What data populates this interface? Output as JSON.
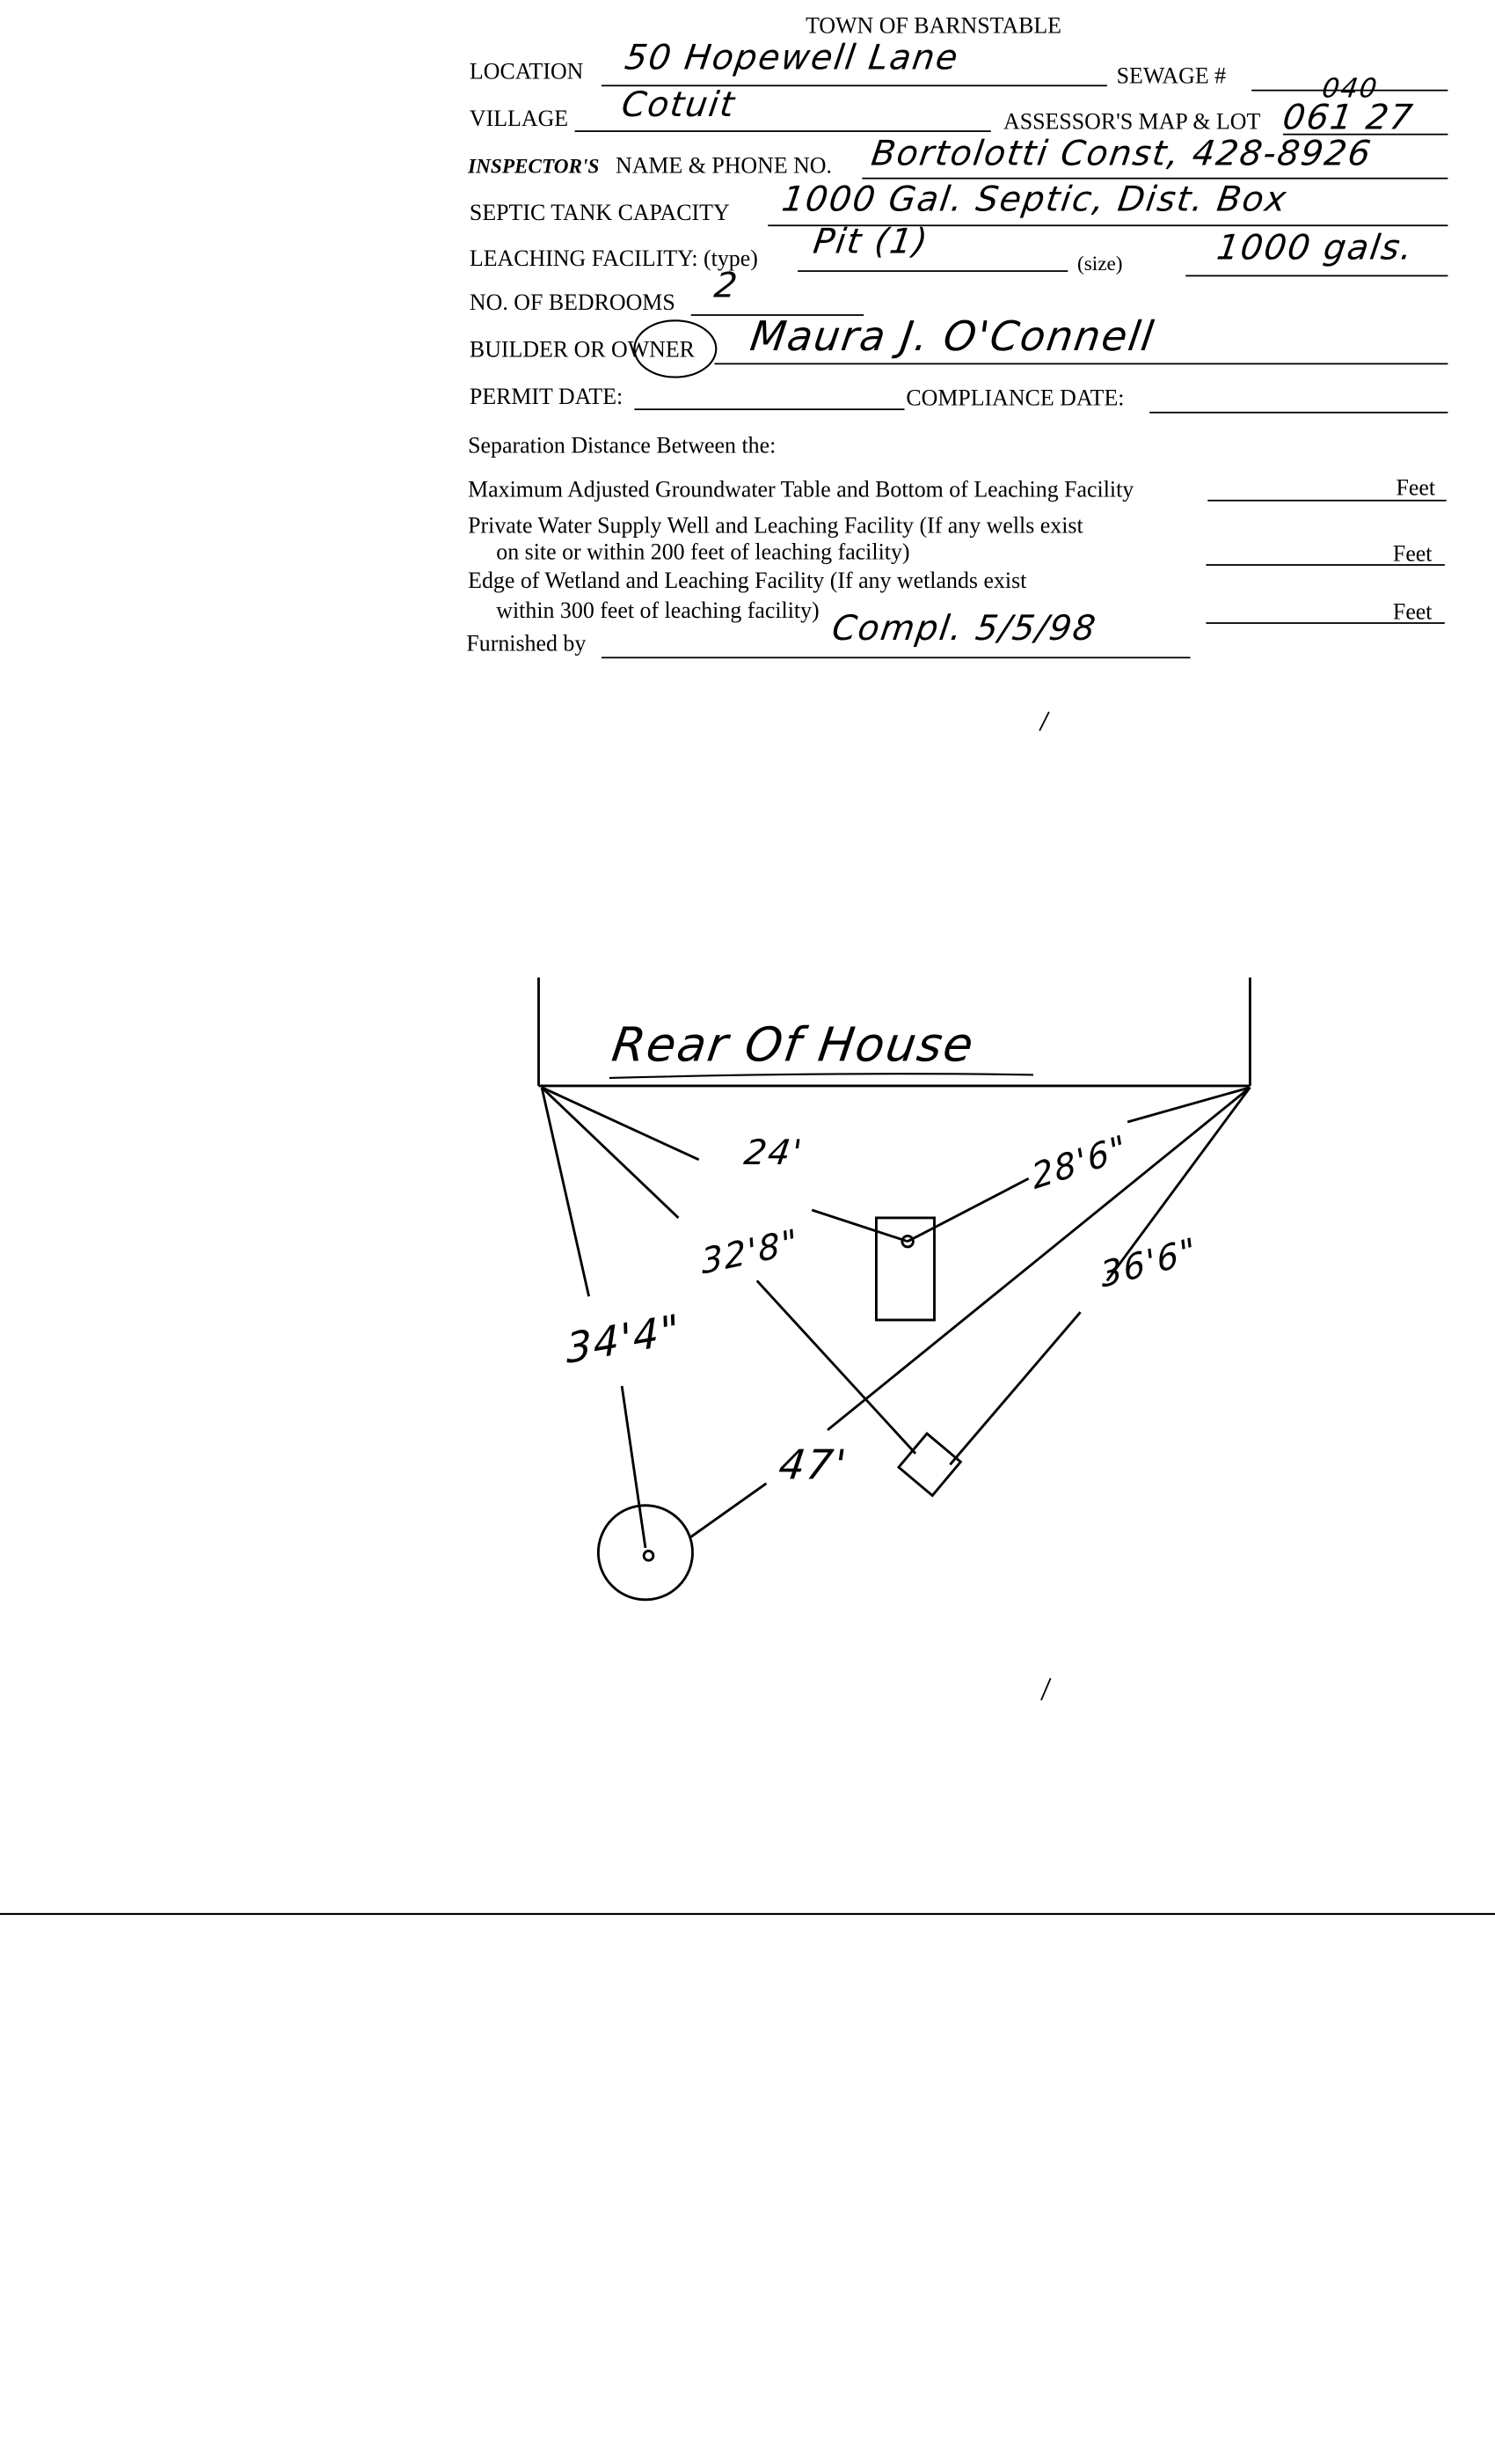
{
  "form": {
    "title": "TOWN OF BARNSTABLE",
    "location_label": "LOCATION",
    "location_value": "50 Hopewell Lane",
    "sewage_label": "SEWAGE #",
    "village_label": "VILLAGE",
    "village_value": "Cotuit",
    "assessor_label": "ASSESSOR'S MAP & LOT",
    "assessor_value_top": "040",
    "assessor_value": "061  27",
    "inspector_prefix": "INSPECTOR'S",
    "inspector_label": "NAME & PHONE NO.",
    "inspector_value": "Bortolotti Const, 428-8926",
    "septic_label": "SEPTIC TANK CAPACITY",
    "septic_value": "1000 Gal. Septic, Dist. Box",
    "leaching_label": "LEACHING FACILITY: (type)",
    "leaching_type_value": "Pit (1)",
    "size_label": "(size)",
    "size_value": "1000 gals.",
    "bedrooms_label": "NO. OF BEDROOMS",
    "bedrooms_value": "2",
    "builder_label": "BUILDER OR OWNER",
    "builder_value": "Maura J. O'Connell",
    "permit_label": "PERMIT DATE:",
    "compliance_label": "COMPLIANCE  DATE:",
    "separation_heading": "Separation Distance Between the:",
    "sep1": "Maximum Adjusted Groundwater Table and Bottom of Leaching Facility",
    "sep2a": "Private Water Supply Well and Leaching Facility  (If any wells exist",
    "sep2b": "on site or within 200 feet of leaching facility)",
    "sep3a": "Edge of Wetland and Leaching Facility (If any wetlands exist",
    "sep3b": "within 300 feet of leaching facility)",
    "feet": "Feet",
    "furnished_label": "Furnished by",
    "furnished_value": "Compl. 5/5/98"
  },
  "sketch": {
    "house_label": "Rear Of House",
    "d1": "24'",
    "d2": "28'6\"",
    "d3": "32'8\"",
    "d4": "36'6\"",
    "d5": "34'4\"",
    "d6": "47'"
  }
}
